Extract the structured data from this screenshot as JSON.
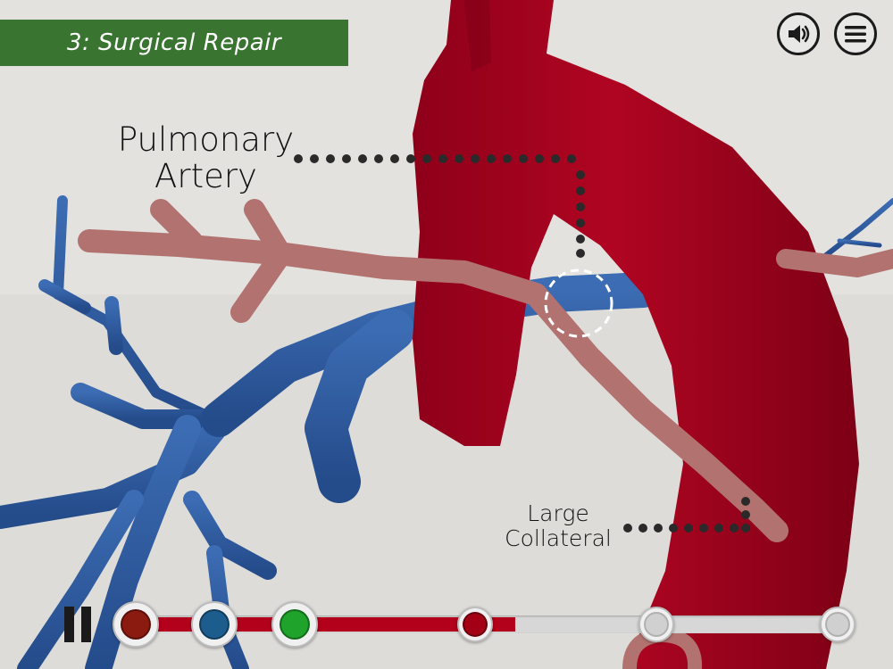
{
  "header": {
    "chapter_title": "3: Surgical Repair"
  },
  "controls": {
    "sound_icon": "speaker-icon",
    "menu_icon": "hamburger-menu-icon",
    "pause_icon": "pause-icon"
  },
  "labels": {
    "pulmonary_artery_line1": "Pulmonary",
    "pulmonary_artery_line2": "Artery",
    "large_collateral_line1": "Large",
    "large_collateral_line2": "Collateral"
  },
  "timeline": {
    "progress": 0.54,
    "markers": [
      {
        "color": "#8b1a10",
        "state": "complete"
      },
      {
        "color": "#1d5d8e",
        "state": "complete"
      },
      {
        "color": "#1fa32b",
        "state": "complete"
      },
      {
        "color": "#a30016",
        "state": "current"
      },
      {
        "color": "#bdbdbd",
        "state": "upcoming"
      },
      {
        "color": "#bdbdbd",
        "state": "upcoming"
      }
    ]
  },
  "colors": {
    "banner": "#3a7431",
    "aorta": "#a3001e",
    "pulmonary_artery": "#b27370",
    "veins": "#2f5ea3",
    "background": "#e3e2df"
  }
}
